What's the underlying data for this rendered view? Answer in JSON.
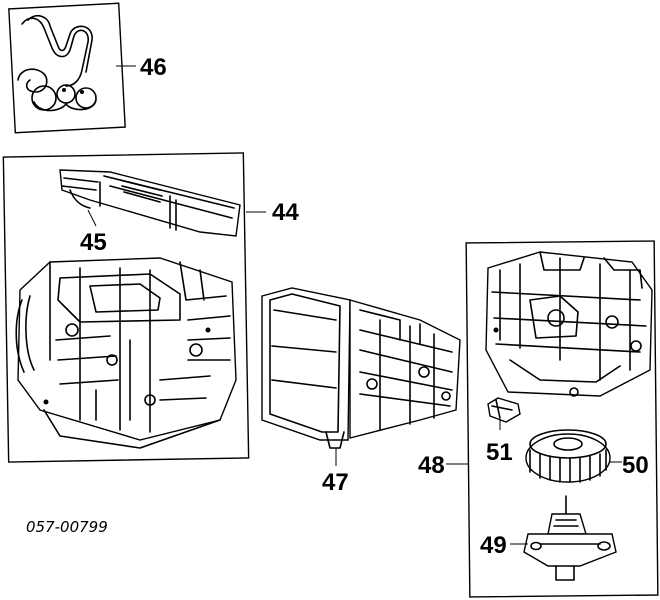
{
  "diagram_code": "057-00799",
  "callouts": [
    {
      "id": "c46",
      "label": "46"
    },
    {
      "id": "c44",
      "label": "44"
    },
    {
      "id": "c45",
      "label": "45"
    },
    {
      "id": "c47",
      "label": "47"
    },
    {
      "id": "c48",
      "label": "48"
    },
    {
      "id": "c51",
      "label": "51"
    },
    {
      "id": "c50",
      "label": "50"
    },
    {
      "id": "c49",
      "label": "49"
    }
  ]
}
